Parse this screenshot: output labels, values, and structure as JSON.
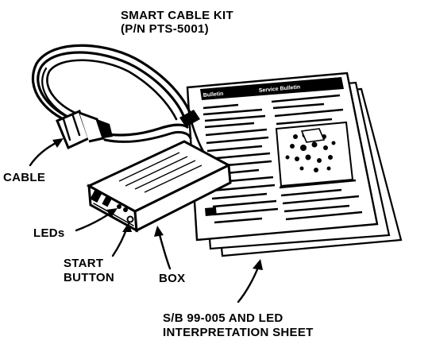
{
  "title": {
    "line1": "SMART CABLE KIT",
    "line2": "(P/N PTS-5001)"
  },
  "labels": {
    "cable": "CABLE",
    "leds": "LEDs",
    "start_line1": "START",
    "start_line2": "BUTTON",
    "box": "BOX",
    "sheet_line1": "S/B 99-005 AND LED",
    "sheet_line2": "INTERPRETATION SHEET"
  },
  "document": {
    "header_line1": "Bulletin",
    "header_line2": "Service Bulletin"
  }
}
